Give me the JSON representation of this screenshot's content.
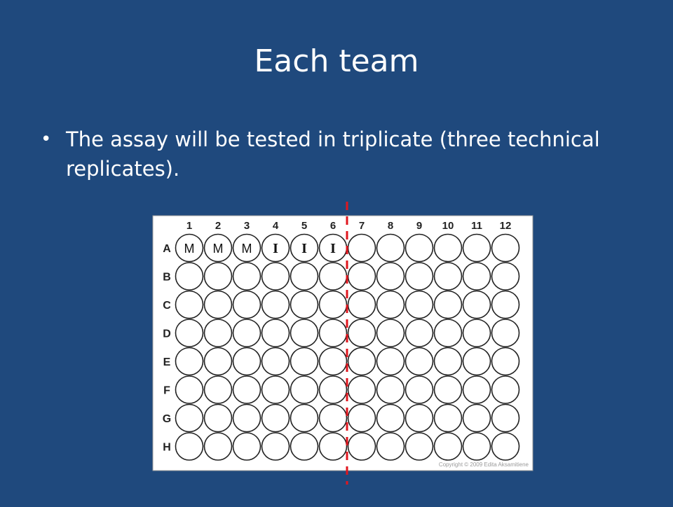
{
  "slide": {
    "title": "Each team",
    "bullet": "The assay will be tested in triplicate (three technical replicates).",
    "bullet_symbol": "•"
  },
  "plate": {
    "columns": [
      "1",
      "2",
      "3",
      "4",
      "5",
      "6",
      "7",
      "8",
      "9",
      "10",
      "11",
      "12"
    ],
    "rows": [
      "A",
      "B",
      "C",
      "D",
      "E",
      "F",
      "G",
      "H"
    ],
    "row_a_well_labels": [
      "M",
      "M",
      "M",
      "I",
      "I",
      "I"
    ],
    "copyright": "Copyright © 2009 Edita Aksamitiene",
    "divider_color": "#e0161e"
  },
  "colors": {
    "background": "#1f497d",
    "text": "#ffffff",
    "plate_fill": "#ffffff",
    "well_stroke": "#222222"
  }
}
